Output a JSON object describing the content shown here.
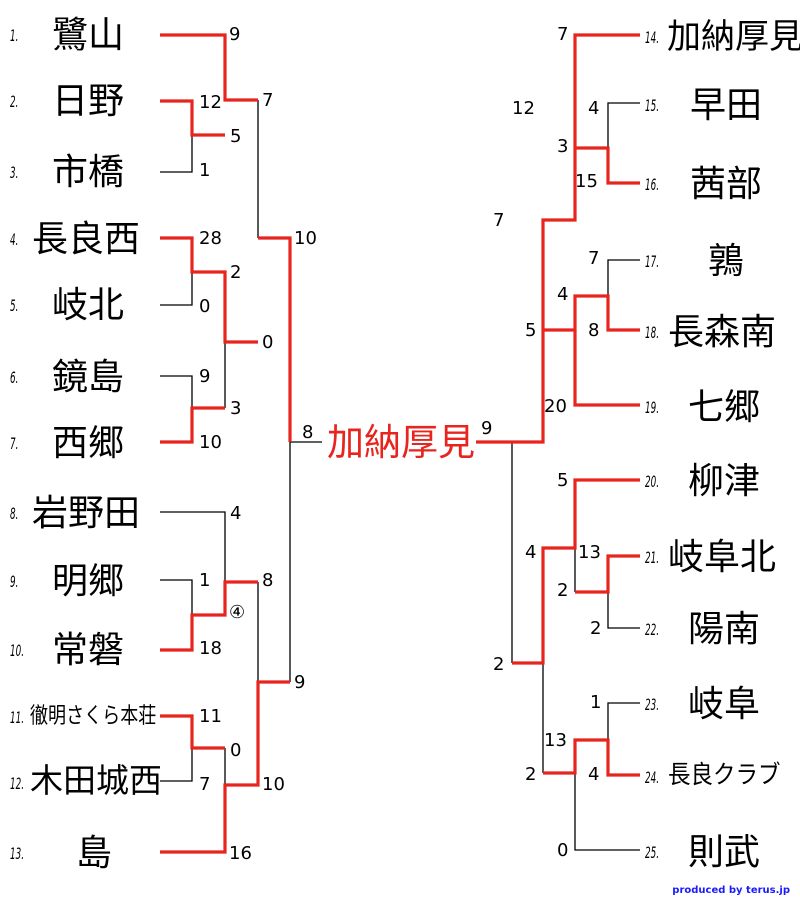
{
  "champion": "加納厚見",
  "credit": "produced by terus.jp",
  "left_teams": [
    {
      "num": "1.",
      "name": "鷺山"
    },
    {
      "num": "2.",
      "name": "日野"
    },
    {
      "num": "3.",
      "name": "市橋"
    },
    {
      "num": "4.",
      "name": "長良西"
    },
    {
      "num": "5.",
      "name": "岐北"
    },
    {
      "num": "6.",
      "name": "鏡島"
    },
    {
      "num": "7.",
      "name": "西郷"
    },
    {
      "num": "8.",
      "name": "岩野田"
    },
    {
      "num": "9.",
      "name": "明郷"
    },
    {
      "num": "10.",
      "name": "常磐"
    },
    {
      "num": "11.",
      "name": "徹明さくら本荘"
    },
    {
      "num": "12.",
      "name": "木田城西"
    },
    {
      "num": "13.",
      "name": "島"
    }
  ],
  "right_teams": [
    {
      "num": "14.",
      "name": "加納厚見"
    },
    {
      "num": "15.",
      "name": "早田"
    },
    {
      "num": "16.",
      "name": "茜部"
    },
    {
      "num": "17.",
      "name": "鶉"
    },
    {
      "num": "18.",
      "name": "長森南"
    },
    {
      "num": "19.",
      "name": "七郷"
    },
    {
      "num": "20.",
      "name": "柳津"
    },
    {
      "num": "21.",
      "name": "岐阜北"
    },
    {
      "num": "22.",
      "name": "陽南"
    },
    {
      "num": "23.",
      "name": "岐阜"
    },
    {
      "num": "24.",
      "name": "長良クラブ"
    },
    {
      "num": "25.",
      "name": "則武"
    }
  ],
  "scores": {
    "l_r1_1": "9",
    "l_r1_2": "12",
    "l_r1_3": "5",
    "l_r1_4": "1",
    "l_r1_5": "28",
    "l_r1_6": "2",
    "l_r1_7": "0",
    "l_r1_8": "9",
    "l_r1_9": "3",
    "l_r1_10": "10",
    "l_r1_11": "4",
    "l_r1_12": "1",
    "l_r1_13": "8",
    "l_r1_14": "④",
    "l_r1_15": "18",
    "l_r1_16": "11",
    "l_r1_17": "0",
    "l_r1_18": "7",
    "l_r1_19": "10",
    "l_r1_20": "16",
    "l_r2_1": "7",
    "l_r2_2": "0",
    "l_r2_3": "10",
    "l_r2_4": "9",
    "l_r2_5": "8",
    "r_1": "7",
    "r_2": "12",
    "r_3": "4",
    "r_4": "3",
    "r_5": "15",
    "r_6": "7",
    "r_7": "7",
    "r_8": "4",
    "r_9": "8",
    "r_10": "5",
    "r_11": "20",
    "r_12": "9",
    "r_13": "5",
    "r_14": "4",
    "r_15": "13",
    "r_16": "2",
    "r_17": "2",
    "r_18": "2",
    "r_19": "1",
    "r_20": "13",
    "r_21": "4",
    "r_22": "2",
    "r_23": "0"
  },
  "colors": {
    "winner_line": "#e8241e",
    "loser_line": "#000000",
    "champion": "#e8241e",
    "credit": "#1a1aff"
  }
}
